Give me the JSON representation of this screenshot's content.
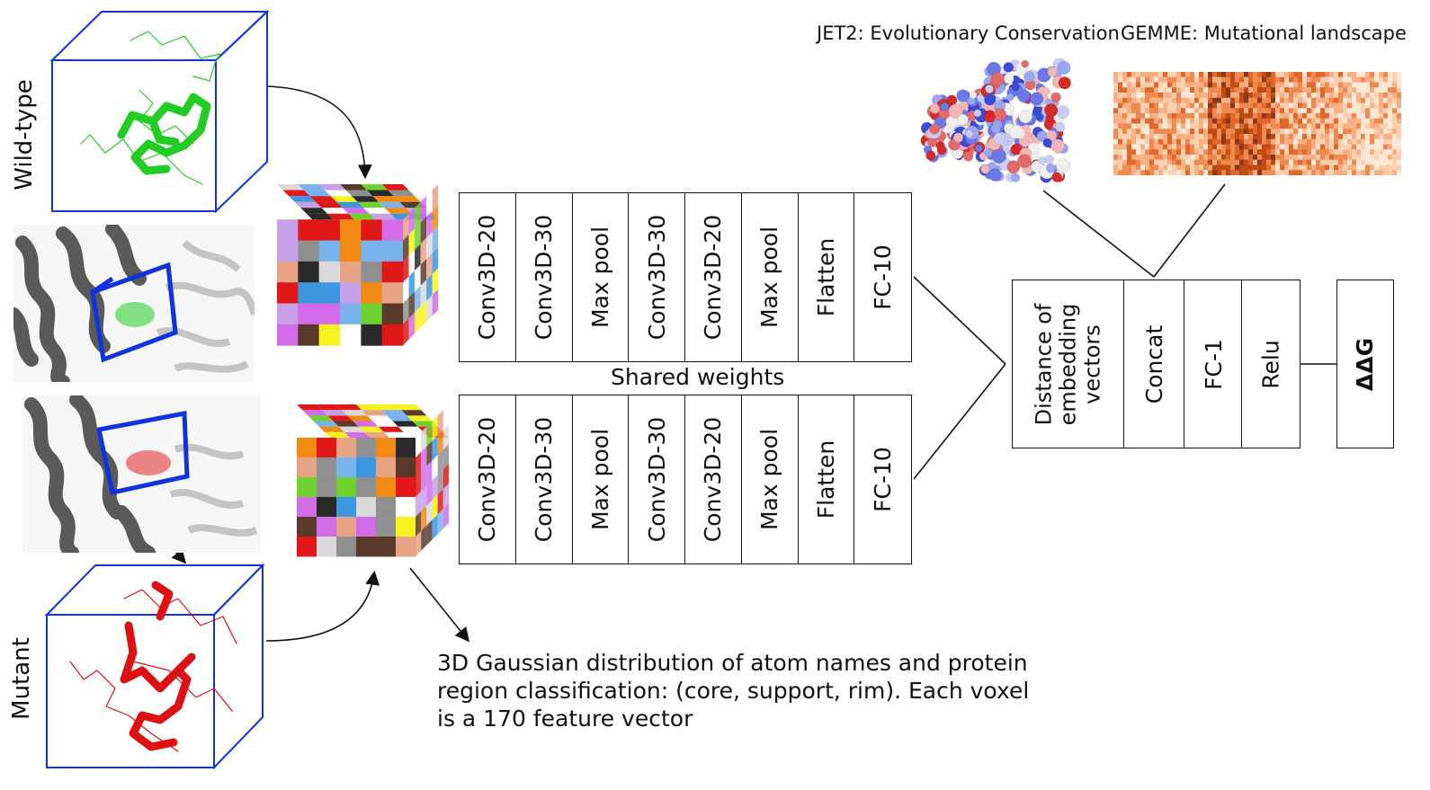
{
  "labels": {
    "wild_type": "Wild-type",
    "mutant": "Mutant",
    "shared_weights": "Shared weights",
    "jet2": "JET2: Evolutionary Conservation",
    "gemme": "GEMME: Mutational landscape",
    "description_lines": [
      "3D Gaussian distribution of atom names and protein",
      "region classification:  (core, support, rim). Each voxel",
      "is a 170 feature vector"
    ]
  },
  "branch_layers": [
    "Conv3D-20",
    "Conv3D-30",
    "Max pool",
    "Conv3D-30",
    "Conv3D-20",
    "Max pool",
    "Flatten",
    "FC-10"
  ],
  "head_layers": [
    "Distance of\nembedding\nvectors",
    "Concat",
    "FC-1",
    "Relu"
  ],
  "output_label": "ΔΔG",
  "colors": {
    "wild_type_green": "#22cc22",
    "mutant_red": "#dd1111",
    "box_blue": "#1133dd",
    "protein_gray": "#5a5a5a",
    "heatmap_orange": "#e86a1e"
  },
  "icons": {
    "wild_type_structure": "green-ligand-stick-model",
    "mutant_structure": "red-ligand-stick-model",
    "protein": "gray-cartoon-protein",
    "voxel_cube": "colored-voxel-cube",
    "jet2_surface": "conservation-sphere-model",
    "gemme_heatmap": "mutational-heatmap"
  }
}
